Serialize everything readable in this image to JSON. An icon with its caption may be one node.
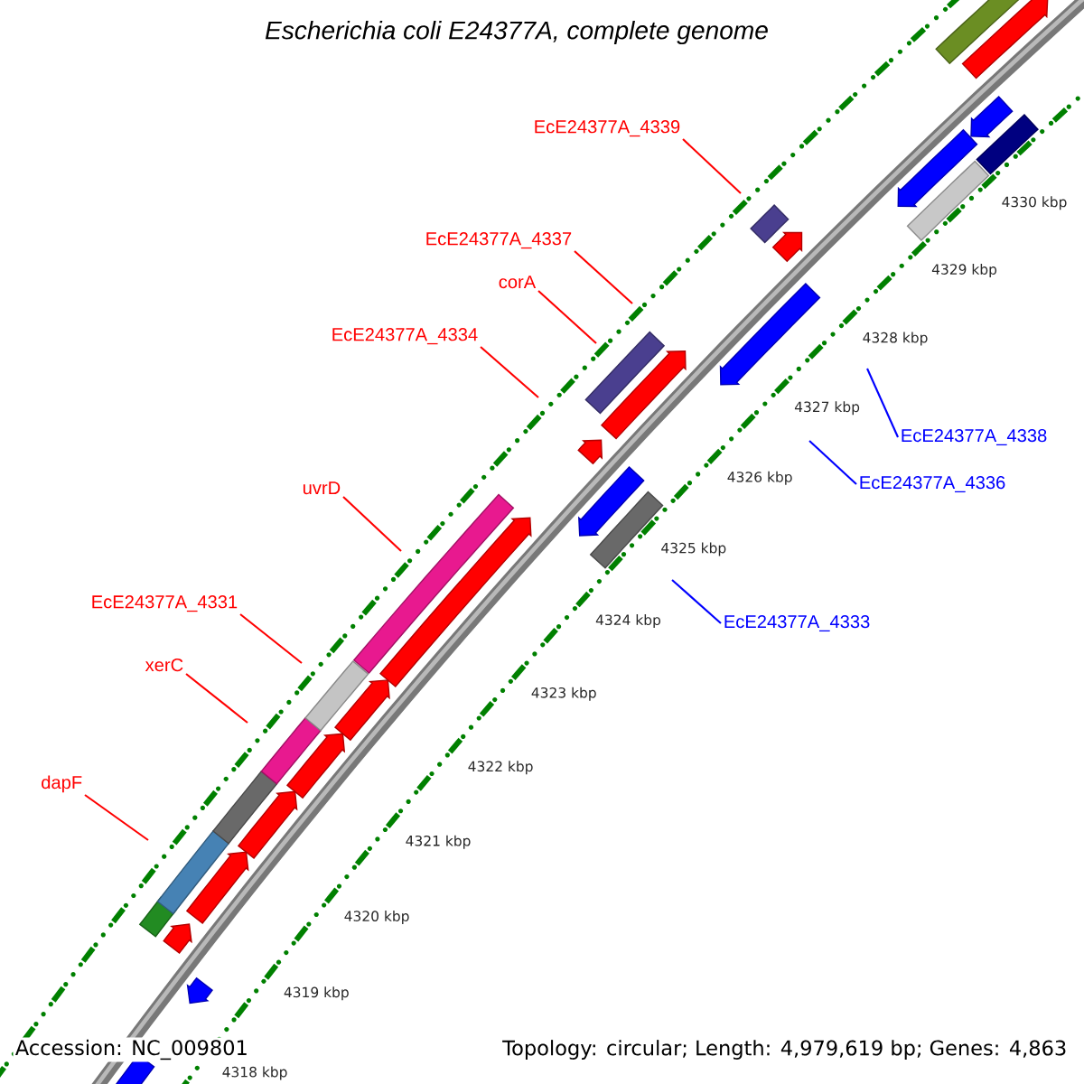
{
  "diagram": {
    "title": "Escherichia coli E24377A, complete genome",
    "nodes": [
      {
        "text": [
          "EcE24377A_4339"
        ]
      },
      {
        "text": [
          "EcE24377A_4337"
        ]
      },
      {
        "text": [
          "corA"
        ]
      },
      {
        "text": [
          "EcE24377A_4334"
        ]
      },
      {
        "text": [
          "uvrD"
        ]
      },
      {
        "text": [
          "EcE24377A_4331"
        ]
      },
      {
        "text": [
          "xerC"
        ]
      },
      {
        "text": [
          "dapF"
        ]
      },
      {
        "text": [
          "EcE24377A_4338"
        ]
      },
      {
        "text": [
          "EcE24377A_4336"
        ]
      },
      {
        "text": [
          "EcE24377A_4333"
        ]
      }
    ],
    "edges": [
      {
        "from": 0,
        "to": null,
        "arrow": "none"
      },
      {
        "from": 1,
        "to": null,
        "arrow": "none"
      },
      {
        "from": 2,
        "to": null,
        "arrow": "none"
      },
      {
        "from": 3,
        "to": null,
        "arrow": "none"
      },
      {
        "from": 4,
        "to": null,
        "arrow": "none"
      },
      {
        "from": 5,
        "to": null,
        "arrow": "none"
      },
      {
        "from": 6,
        "to": null,
        "arrow": "none"
      },
      {
        "from": 7,
        "to": null,
        "arrow": "none"
      },
      {
        "from": 8,
        "to": null,
        "arrow": "none",
        "color": "#0000ff"
      },
      {
        "from": 9,
        "to": null,
        "arrow": "none",
        "color": "#0000ff"
      },
      {
        "from": 10,
        "to": null,
        "arrow": "none",
        "color": "#0000ff"
      }
    ],
    "labels": [
      "4330 kbp",
      "4329 kbp",
      "4328 kbp",
      "4327 kbp",
      "4326 kbp",
      "4325 kbp",
      "4324 kbp",
      "4323 kbp",
      "4322 kbp",
      "4321 kbp",
      "4320 kbp",
      "4319 kbp",
      "4318 kbp",
      "Accession: NC_009801",
      "Topology: circular; Length: 4,979,619 bp; Genes: 4,863"
    ]
  }
}
